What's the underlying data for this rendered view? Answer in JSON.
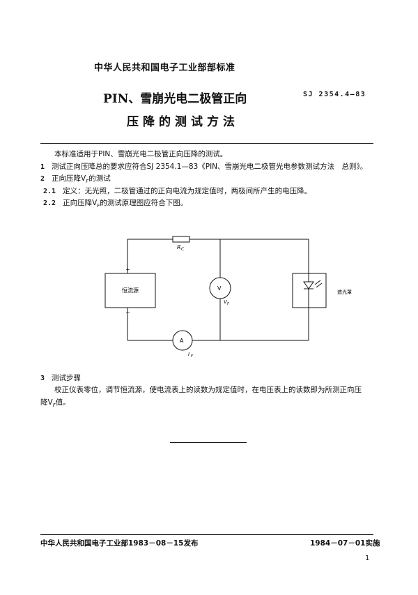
{
  "header": {
    "ministry": "中华人民共和国电子工业部部标准",
    "title_line1": "PIN、雪崩光电二极管正向",
    "title_line2": "压降的测试方法",
    "standard_code": "SJ 2354.4—83"
  },
  "body": {
    "intro": "本标准适用于PIN、雪崩光电二极管正向压降的测试。",
    "s1_num": "1",
    "s1_text": "测试正向压降总的要求应符合SJ 2354.1—83《PIN、雪崩光电二极管光电参数测试方法　总则》。",
    "s2_num": "2",
    "s2_text": "正向压降V",
    "s2_sub": "F",
    "s2_tail": "的测试",
    "s21_num": "2.1",
    "s21_text": "定义：无光照，二极管通过的正向电流为规定值时，两极间所产生的电压降。",
    "s22_num": "2.2",
    "s22_text": "正向压降V",
    "s22_sub": "F",
    "s22_tail": "的测试原理图应符合下图。",
    "s3_num": "3",
    "s3_text": "测试步骤",
    "s3_para1": "校正仪表零位，调节恒流源，使电流表上的读数为规定值时，在电压表上的读数即为所测正向压",
    "s3_para2_a": "降V",
    "s3_para2_sub": "F",
    "s3_para2_b": "值。"
  },
  "diagram": {
    "resistor_label": "R",
    "resistor_sub": "C",
    "source_label": "恒流源",
    "plus": "+",
    "minus": "−",
    "voltmeter": "V",
    "vf_label": "V",
    "vf_sub": "F",
    "ammeter": "A",
    "if_label": "I",
    "if_sub": "F",
    "shield_label": "遮光罩"
  },
  "footer": {
    "left": "中华人民共和国电子工业部1983－08－15发布",
    "right": "1984－07－01实施",
    "page_number": "1"
  }
}
